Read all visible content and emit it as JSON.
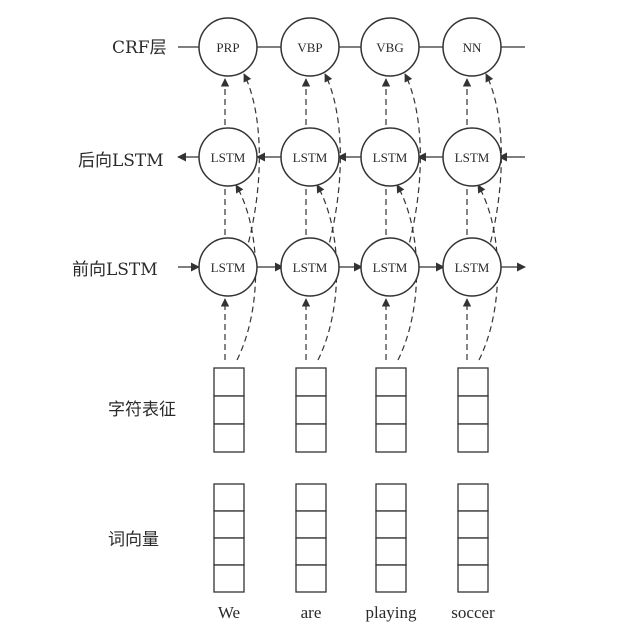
{
  "layers": {
    "crf": "CRF层",
    "backward": "后向LSTM",
    "forward": "前向LSTM",
    "char": "字符表征",
    "word": "词向量"
  },
  "crf_tags": [
    "PRP",
    "VBP",
    "VBG",
    "NN"
  ],
  "lstm_label": "LSTM",
  "words": [
    "We",
    "are",
    "playing",
    "soccer"
  ]
}
